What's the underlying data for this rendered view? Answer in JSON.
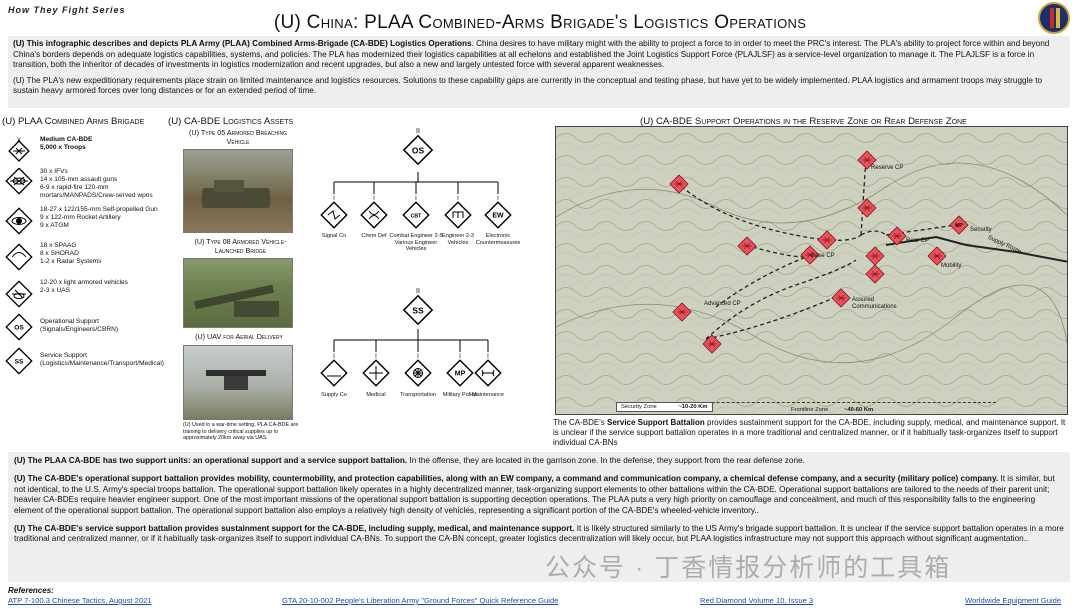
{
  "header": {
    "series": "How They Fight Series",
    "title": "(U) China: PLAA Combined-Arms Brigade's Logistics Operations"
  },
  "intro": {
    "p1_bold": "(U) This infographic describes and depicts PLA Army (PLAA) Combined Arms-Brigade (CA-BDE) Logistics Operations",
    "p1_rest": ". China desires to have military might with the ability to project a force to in order to meet the PRC's interest. The PLA's ability to project force within and beyond China's borders depends on adequate logistics capabilities, systems, and policies. The PLA has modernized their logistics capabilities at all echelons and established the Joint Logistics Support Force (PLAJLSF) as a service-level organization to manage it. The PLAJLSF is a force in transition, both the inheritor of decades of investments in logistics modernization and recent upgrades, but also a new and largely untested force with several apparent weaknesses.",
    "p2": "(U) The PLA's new expeditionary requirements place strain on limited maintenance and logistics resources. Solutions to these capability gaps are currently in the conceptual and testing phase, but have yet to be widely implemented. PLAA logistics and armament troops may struggle to sustain heavy armored forces over long distances or for an extended period of time."
  },
  "brigade": {
    "heading": "(U) PLAA Combined Arms Brigade",
    "units": [
      {
        "icon": "medium-brigade-icon",
        "l1": "Medium CA-BDE",
        "l2": "5,000 x Troops",
        "bold": true
      },
      {
        "icon": "armored-infantry-icon",
        "l1": "30 x IFVs",
        "l2": "14 x 105-mm assault guns",
        "l3": "6-9 x rapid-fire 120-mm",
        "l4": "mortars/MANPADS/Crew-served wpns"
      },
      {
        "icon": "artillery-icon",
        "l1": "18-27 x 122/155-mm Self-propelled Gun",
        "l2": "9 x 122-mm Rocket Artillery",
        "l3": "9 x ATGM"
      },
      {
        "icon": "air-defense-icon",
        "l1": "18 x SPAAG",
        "l2": "8 x SHORAD",
        "l3": "1-2 x Radar Systems"
      },
      {
        "icon": "light-armor-icon",
        "l1": "12-20 x light armored vehicles",
        "l2": "2-3 x UAS"
      },
      {
        "icon": "os-icon",
        "l1": "Operational Support",
        "l2": "(Signals/Engineers/CBRN)",
        "label": "OS"
      },
      {
        "icon": "ss-icon",
        "l1": "Service Support",
        "l2": "(Logistics/Maintenance/Transport/Medical)",
        "label": "SS"
      }
    ]
  },
  "assets": {
    "heading": "(U) CA-BDE Logistics Assets",
    "cap1": "(U) Type 05 Armored Breaching Vehicle",
    "cap2": "(U) Type 08 Armored Vehicle-Launched Bridge",
    "cap3": "(U) UAV for Aerial Delivery",
    "uav_note": "(U) Used in a war-time setting, PLA CA-BDE are training to delivery critical supplies up to approximately 20km away via UAS."
  },
  "os": {
    "label": "OS",
    "echelon": "II",
    "children": [
      {
        "abbr": "",
        "name": "Signal Co"
      },
      {
        "abbr": "",
        "name": "Chem Def"
      },
      {
        "abbr": "CBT",
        "name": "Combat Engineer 2-5 Various Engineer Vehicles"
      },
      {
        "abbr": "",
        "name": "Engineer 2-3 Vehicles"
      },
      {
        "abbr": "EW",
        "name": "Electronic Countermeasures"
      }
    ]
  },
  "ss": {
    "label": "SS",
    "echelon": "II",
    "children": [
      {
        "abbr": "",
        "name": "Supply Co"
      },
      {
        "abbr": "",
        "name": "Medical"
      },
      {
        "abbr": "",
        "name": "Transportation"
      },
      {
        "abbr": "MP",
        "name": "Military Police"
      },
      {
        "abbr": "",
        "name": "Maintenance"
      }
    ]
  },
  "map": {
    "heading": "(U) CA-BDE Support Operations in the Reserve Zone or Rear Defense Zone",
    "labels": {
      "reserve": "Reserve CP",
      "rear": "Rear CP",
      "security": "Security",
      "mobility": "Mobility",
      "supply_route": "Supply Route",
      "base": "Base CP",
      "advanced": "Advanced CP",
      "assured": "Assured Communications",
      "security_zone": "Security Zone",
      "sz_dist": "~10-20 Km",
      "frontline": "Frontline Zone",
      "fz_dist": "~40-60 Km"
    },
    "caption_pre": "The CA-BDE's ",
    "caption_bold": "Service Support Battalion",
    "caption_post": " provides sustainment support for the CA-BDE, including supply, medical, and maintenance support. It is unclear if the service support battalion operates in a more traditional and centralized manner, or if it habitually task-organizes itself to support individual CA-BNs"
  },
  "bottom": {
    "p1_bold": "(U) The PLAA CA-BDE has two support units: an operational support and a service support battalion.",
    "p1_rest": " In the offense, they are located in the garrison zone. In the defense, they support from the rear defense zone.",
    "p2_bold": "(U) The CA-BDE's operational support battalion provides mobility, countermobility, and protection capabilities, along with an EW company, a command and communication company, a chemical defense company, and a security (military police) company.",
    "p2_rest": " It is similar, but not identical, to the U.S. Army's special troops battalion. The operational support battalion likely operates in a highly decentralized manner, task-organizing support elements to other battalions within the CA-BDE. Operational support battalions are tailored to the needs of their parent unit; heavier CA-BDEs require heavier engineer support. One of the most important missions of the operational support battalion is supporting deception operations. The PLAA puts a very high priority on camouflage and concealment, and much of this responsibility falls to the engineering element of the operational support battalion. The operational support battalion also employs a relatively high density of vehicles, representing a significant portion of the CA-BDE's wheeled-vehicle inventory..",
    "p3_bold": "(U) The CA-BDE's service support battalion provides sustainment support for the CA-BDE, including supply, medical, and maintenance support.",
    "p3_rest": " It is likely structured similarly to the US Army's brigade support battalion. It is unclear if the service support battalion operates in a more traditional and centralized manner, or if it habitually task-organizes itself to support individual CA-BNs. To support the CA-BN concept, greater logistics decentralization will likely occur, but PLAA logistics infrastructure may not support this approach without significant augmentation.."
  },
  "refs": {
    "label": "References:",
    "links": [
      "ATP 7-100.3 Chinese Tactics, August 2021",
      "GTA 20-10-002 People's Liberation Army \"Ground Forces\" Quick Reference Guide",
      "Red Diamond Volume 10, Issue 3",
      "Worldwide Equipment Guide"
    ]
  },
  "watermark": "公众号 · 丁香情报分析师的工具箱",
  "colors": {
    "map_symbol": "#e8505b",
    "panel": "#eeeeee",
    "link": "#1a4bb8"
  }
}
